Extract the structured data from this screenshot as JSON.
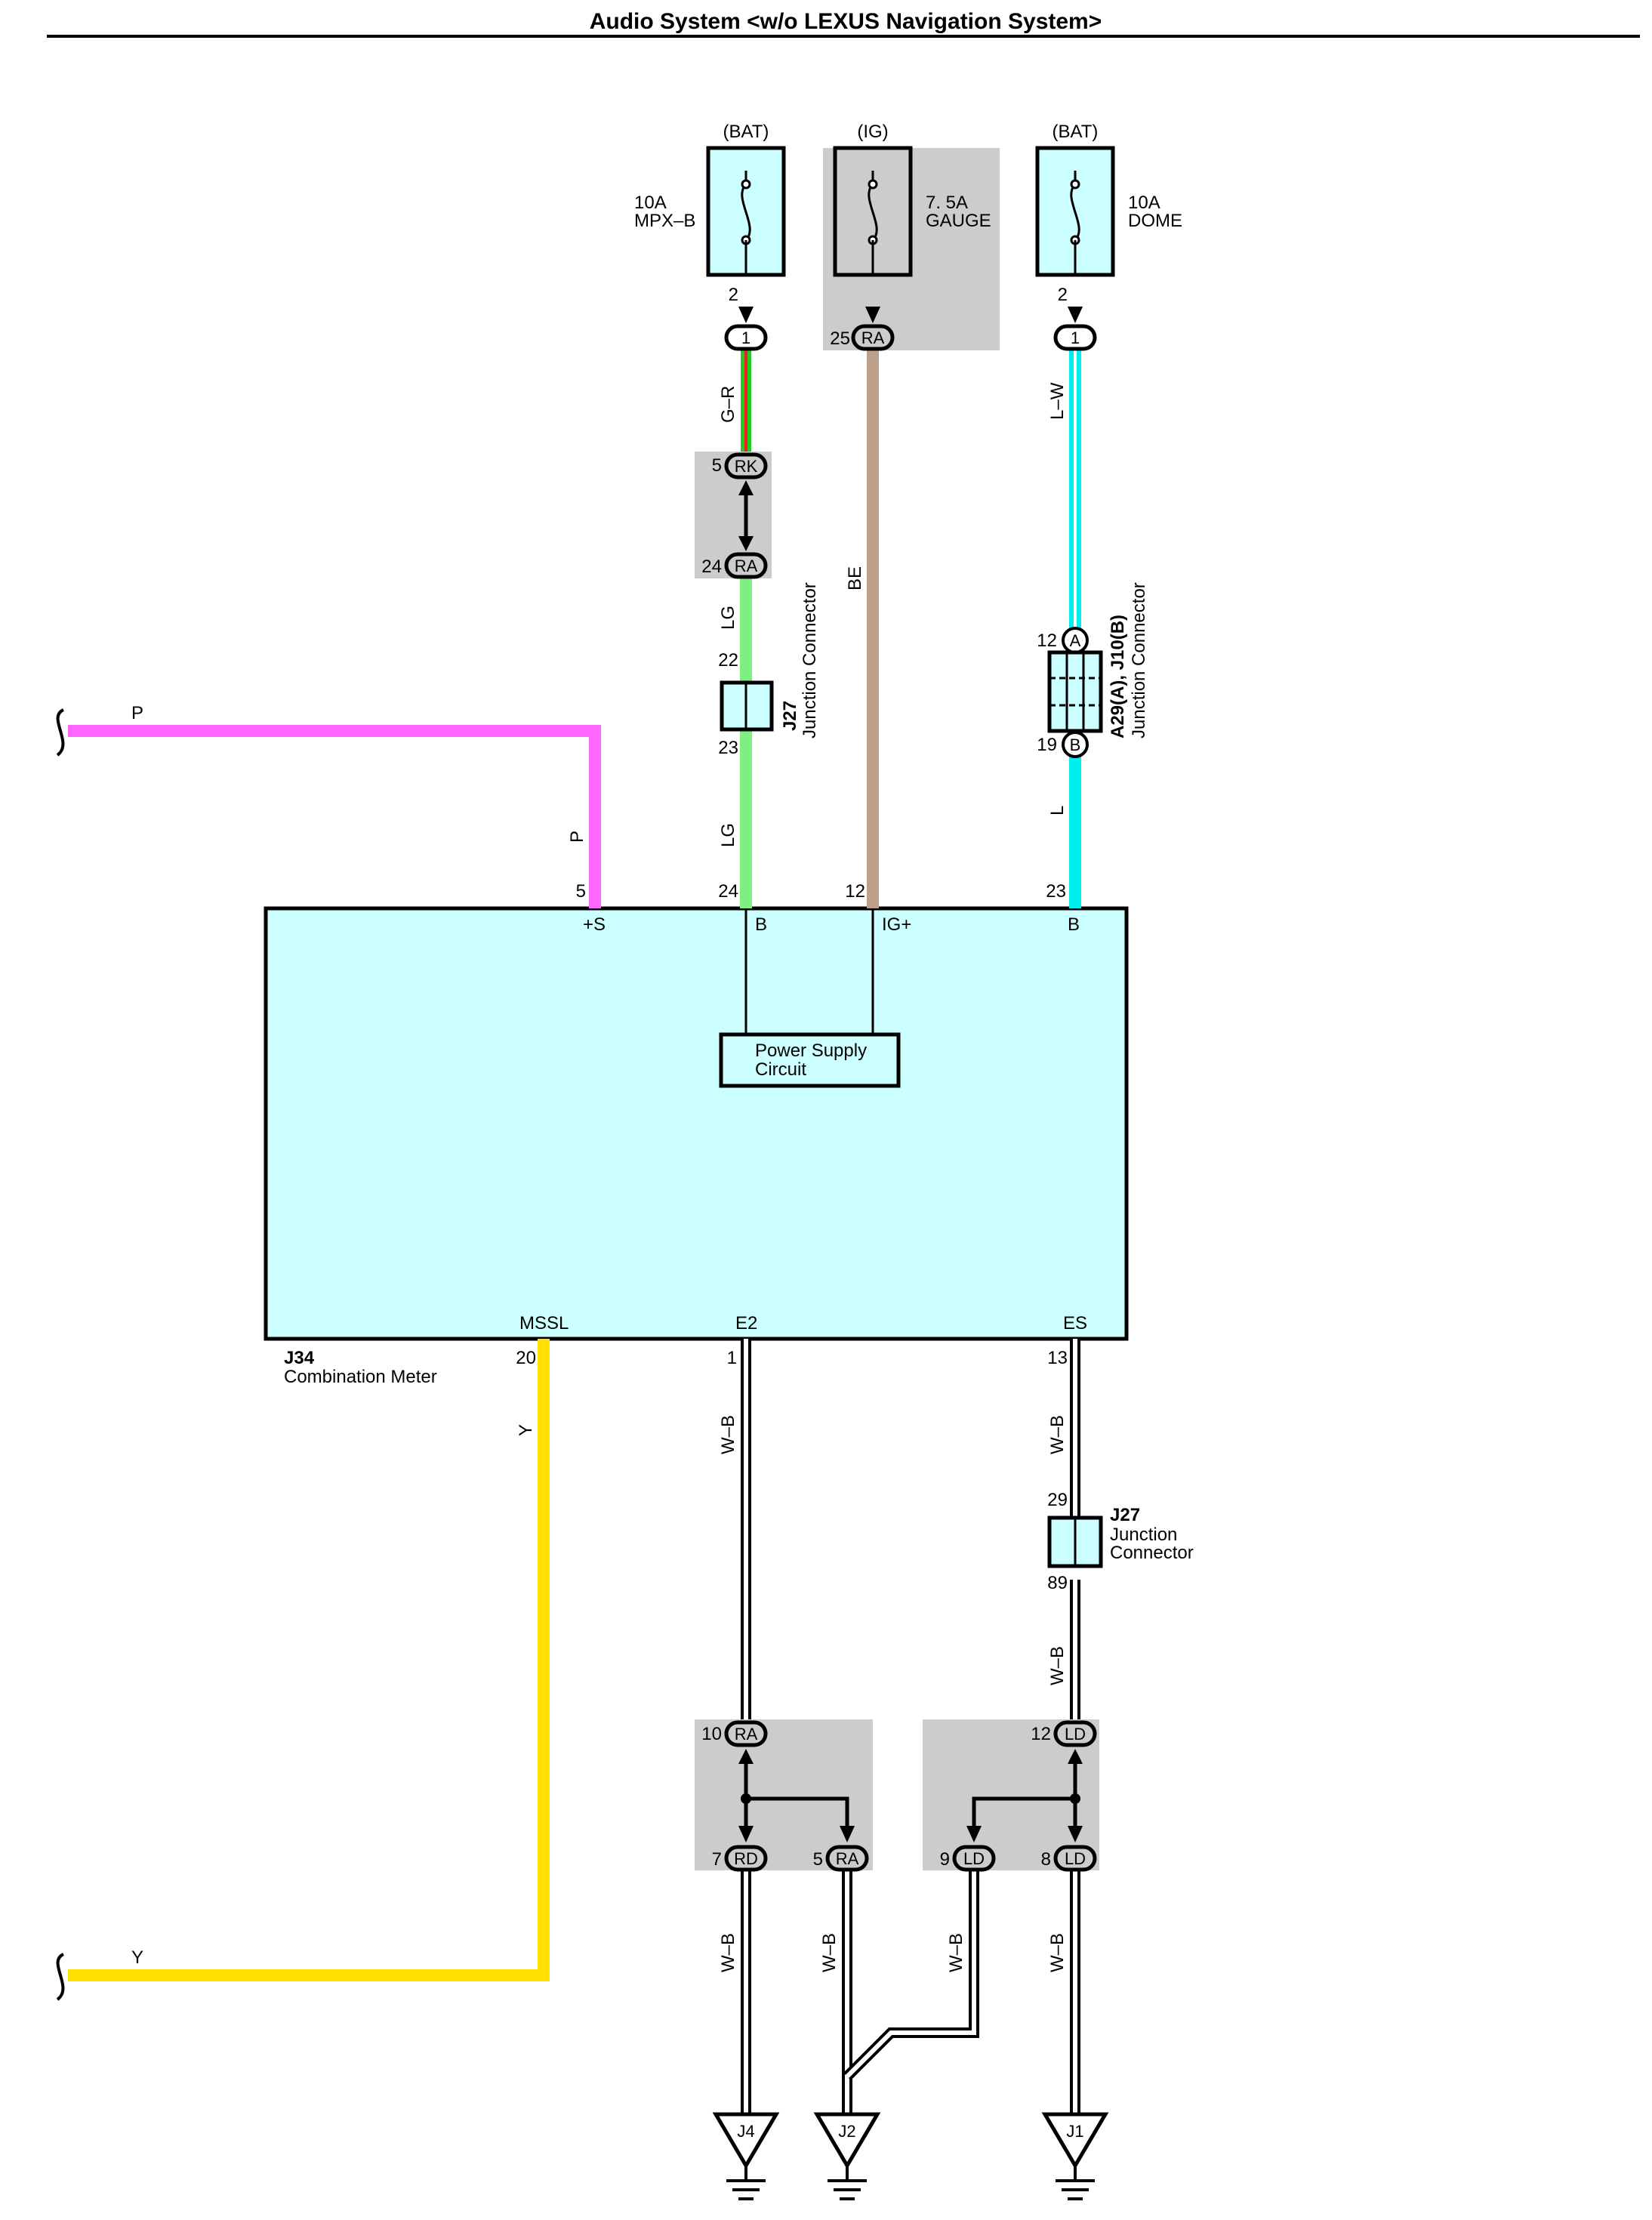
{
  "title": "Audio System <w/o LEXUS Navigation System>",
  "colors": {
    "meter_fill": "#ccffff",
    "shade": "#cccccc",
    "P": "#ff66ff",
    "LG": "#80ee80",
    "G": "#22cc22",
    "R": "#ee2222",
    "BE": "#bba08c",
    "L": "#00eeee",
    "Y": "#ffe000",
    "W": "#ffffff",
    "B": "#000000"
  },
  "fuses": {
    "mpxb": {
      "source": "(BAT)",
      "rating": "10A",
      "name": "MPX–B",
      "pin": "2",
      "conn": "1"
    },
    "gauge": {
      "source": "(IG)",
      "rating": "7. 5A",
      "name": "GAUGE",
      "pin": "25",
      "conn": "RA"
    },
    "dome": {
      "source": "(BAT)",
      "rating": "10A",
      "name": "DOME",
      "pin": "2",
      "conn": "1"
    }
  },
  "connectors": {
    "rk": {
      "pin": "5",
      "code": "RK"
    },
    "ra_top": {
      "pin": "24",
      "code": "RA"
    },
    "j27_top": {
      "code": "J27",
      "name": "Junction Connector",
      "pin_in": "22",
      "pin_out": "23"
    },
    "a29": {
      "code": "A29(A), J10(B)",
      "name": "Junction Connector",
      "pin_a": "12",
      "letter_a": "A",
      "pin_b": "19",
      "letter_b": "B"
    },
    "j27_bottom": {
      "code": "J27",
      "name1": "Junction",
      "name2": "Connector",
      "pin_in": "29",
      "pin_out": "89"
    },
    "ra10": {
      "pin": "10",
      "code": "RA"
    },
    "rd7": {
      "pin": "7",
      "code": "RD"
    },
    "ra5": {
      "pin": "5",
      "code": "RA"
    },
    "ld12": {
      "pin": "12",
      "code": "LD"
    },
    "ld9": {
      "pin": "9",
      "code": "LD"
    },
    "ld8": {
      "pin": "8",
      "code": "LD"
    }
  },
  "meter": {
    "code": "J34",
    "name": "Combination Meter",
    "psc_line1": "Power Supply",
    "psc_line2": "Circuit",
    "top_terms": [
      {
        "pin": "5",
        "label": "+S"
      },
      {
        "pin": "24",
        "label": "B"
      },
      {
        "pin": "12",
        "label": "IG+"
      },
      {
        "pin": "23",
        "label": "B"
      }
    ],
    "bottom_terms": [
      {
        "pin": "20",
        "label": "MSSL"
      },
      {
        "pin": "1",
        "label": "E2"
      },
      {
        "pin": "13",
        "label": "ES"
      }
    ]
  },
  "wires": {
    "gr": "G–R",
    "lg1": "LG",
    "lg2": "LG",
    "be": "BE",
    "lw": "L–W",
    "l": "L",
    "p_h": "P",
    "p_v": "P",
    "y_v": "Y",
    "y_h": "Y",
    "wb_e2": "W–B",
    "wb_es1": "W–B",
    "wb_es2": "W–B",
    "wb_j4": "W–B",
    "wb_j2a": "W–B",
    "wb_j2b": "W–B",
    "wb_j1": "W–B"
  },
  "grounds": {
    "j4": "J4",
    "j2": "J2",
    "j1": "J1"
  }
}
